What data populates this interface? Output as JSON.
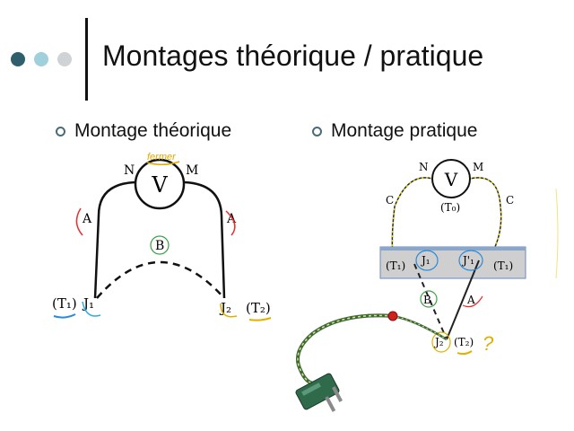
{
  "slide": {
    "title": "Montages théorique / pratique",
    "bullets": [
      "Montage théorique",
      "Montage pratique"
    ],
    "dot_colors": [
      "#2f5f6c",
      "#9fd0dc",
      "#cfd3d6"
    ],
    "accent": "#4a6b78"
  },
  "theorique": {
    "voltmeter": "V",
    "node_n": "N",
    "node_m": "M",
    "annotation": "fermer",
    "wire_a_left": "A",
    "wire_a_right": "A",
    "wire_b": "B",
    "t1": "(T₁)",
    "j1": "J₁",
    "j2": "J₂",
    "t2": "(T₂)"
  },
  "pratique": {
    "voltmeter": "V",
    "node_n": "N",
    "node_m": "M",
    "t0": "(T₀)",
    "wire_c_left": "C",
    "wire_c_right": "C",
    "block_t1_left": "(T₁)",
    "block_j1": "J₁",
    "block_j1p": "J'₁",
    "block_t1_right": "(T₁)",
    "wire_b": "B",
    "wire_a": "A",
    "j2": "J₂",
    "t2": "(T₂)",
    "question": "?"
  }
}
